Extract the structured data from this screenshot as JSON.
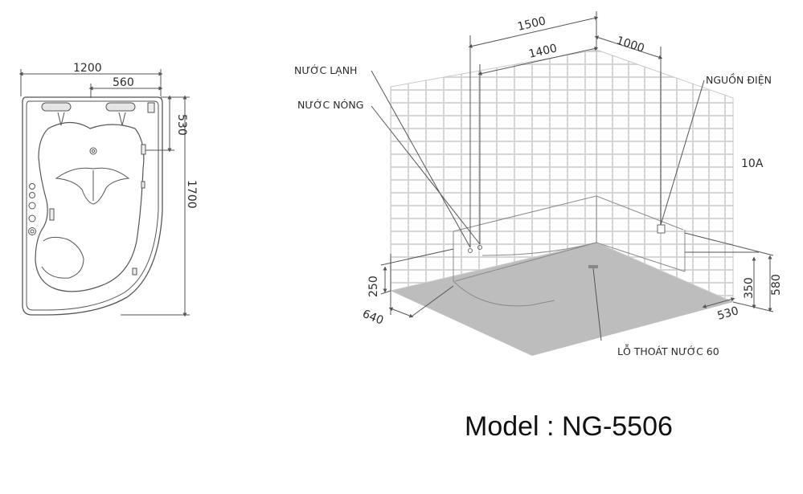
{
  "tub_plan": {
    "width_label": "1200",
    "inner_offset_label": "560",
    "depth_label": "530",
    "length_label": "1700"
  },
  "room": {
    "dim_1500": "1500",
    "dim_1400": "1400",
    "dim_1000": "1000",
    "dim_250": "250",
    "dim_640": "640",
    "dim_530": "530",
    "dim_350": "350",
    "dim_580": "580",
    "label_cold_water": "NƯỚC LẠNH",
    "label_hot_water": "NƯỚC NÓNG",
    "label_power": "NGUỒN ĐIỆN",
    "label_amp": "10A",
    "label_drain": "LỖ THOÁT NƯỚC 60"
  },
  "model_text": "Model : NG-5506",
  "colors": {
    "line": "#555555",
    "tile": "#d9d9d9",
    "floor": "#bdbdbd",
    "text": "#2b2b2b"
  }
}
